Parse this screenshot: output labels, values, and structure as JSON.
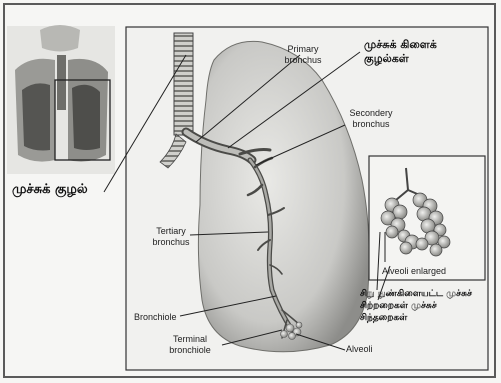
{
  "labels": {
    "primary_bronchus": "Primary bronchus",
    "secondary_bronchus": "Secondery bronchus",
    "tertiary_bronchus": "Tertiary bronchus",
    "bronchiole": "Bronchiole",
    "terminal_bronchiole": "Terminal bronchiole",
    "alveoli": "Alveoli",
    "alveoli_enlarged": "Alveoli enlarged"
  },
  "tamil_labels": {
    "lungs_tubes": "முச்சுக் குழல்",
    "bronchus_branches": "முச்சுக் கிளைக் குழல்கள்",
    "air_sacs": "சிறு நுண்கிளையட்ட முச்சுச் சிற்றறைகள் முச்சுச் சிந்தறைகள்"
  }
}
